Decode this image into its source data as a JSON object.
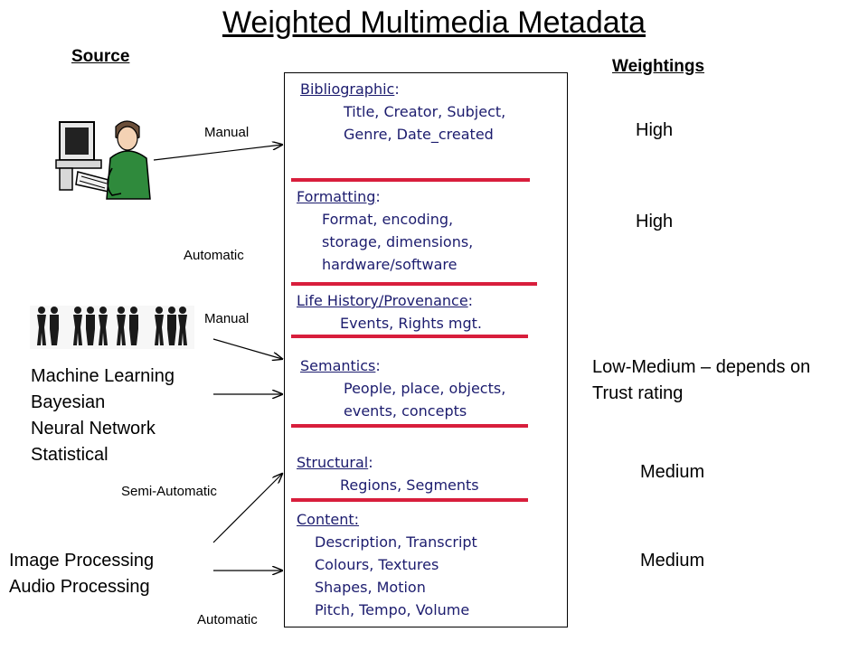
{
  "title": "Weighted Multimedia Metadata",
  "source_heading": "Source",
  "weightings_heading": "Weightings",
  "arrow_labels": {
    "manual_1": "Manual",
    "automatic_1": "Automatic",
    "manual_2": "Manual",
    "semi_automatic": "Semi-Automatic",
    "automatic_2": "Automatic"
  },
  "ml_methods": [
    "Machine Learning",
    "Bayesian",
    "Neural Network",
    "Statistical"
  ],
  "processing_methods": [
    "Image Processing",
    "Audio Processing"
  ],
  "metadata": {
    "bibliographic": {
      "heading": "Bibliographic",
      "lines": [
        "Title, Creator, Subject,",
        "Genre, Date_created"
      ]
    },
    "formatting": {
      "heading": "Formatting",
      "lines": [
        "Format, encoding,",
        "storage, dimensions,",
        "hardware/software"
      ]
    },
    "life_history": {
      "heading": "Life History/Provenance",
      "lines": [
        "Events, Rights mgt."
      ]
    },
    "semantics": {
      "heading": "Semantics",
      "lines": [
        "People, place, objects,",
        "events, concepts"
      ]
    },
    "structural": {
      "heading": "Structural",
      "lines": [
        "Regions, Segments"
      ]
    },
    "content": {
      "heading": "Content:",
      "lines": [
        "Description, Transcript",
        "Colours, Textures",
        "Shapes, Motion",
        "Pitch, Tempo, Volume"
      ]
    }
  },
  "weightings": {
    "w1": "High",
    "w2": "High",
    "w3": [
      "Low-Medium – depends on",
      "Trust rating"
    ],
    "w4": "Medium",
    "w5": "Medium"
  },
  "colors": {
    "separator": "#d81e3c",
    "metadata_text": "#1c1c6e"
  },
  "icons": [
    "person-at-computer-icon",
    "people-group-icon"
  ]
}
